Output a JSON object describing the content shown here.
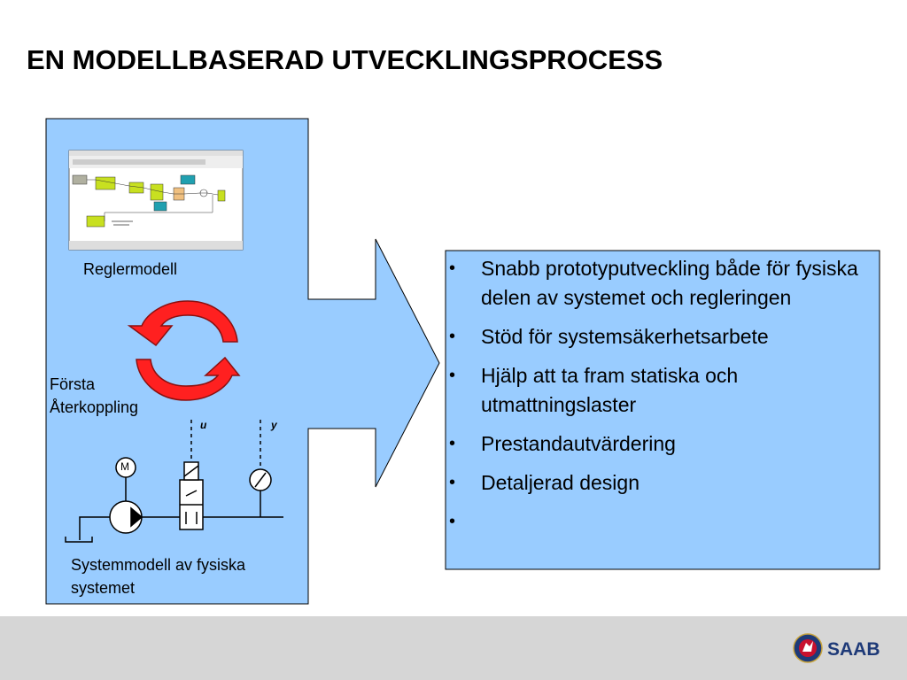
{
  "title": "EN MODELLBASERAD UTVECKLINGSPROCESS",
  "left_panel": {
    "reglermodell_label": "Reglermodell",
    "feedback_label_line1": "Första",
    "feedback_label_line2": "Återkoppling",
    "system_label_line1": "Systemmodell av fysiska",
    "system_label_line2": "systemet",
    "signal_u": "u",
    "signal_y": "y",
    "motor_letter": "M"
  },
  "bullets": [
    {
      "text": "Snabb prototyputveckling både för fysiska delen av systemet och regleringen"
    },
    {
      "text": "Stöd för systemsäkerhetsarbete"
    },
    {
      "text": "Hjälp att ta fram statiska och utmattningslaster"
    },
    {
      "text": "Prestandautvärdering"
    },
    {
      "text": "Detaljerad design"
    },
    {
      "text": ""
    }
  ],
  "bullet_char": "•",
  "logo": {
    "text": "SAAB",
    "icon": "saab-griffin-icon"
  },
  "colors": {
    "panel_fill": "#99ccff",
    "arrow_fill": "#99ccff",
    "cycle_arrow": "#ff2020",
    "footer": "#d6d6d6",
    "logo_blue": "#1e3a78"
  }
}
